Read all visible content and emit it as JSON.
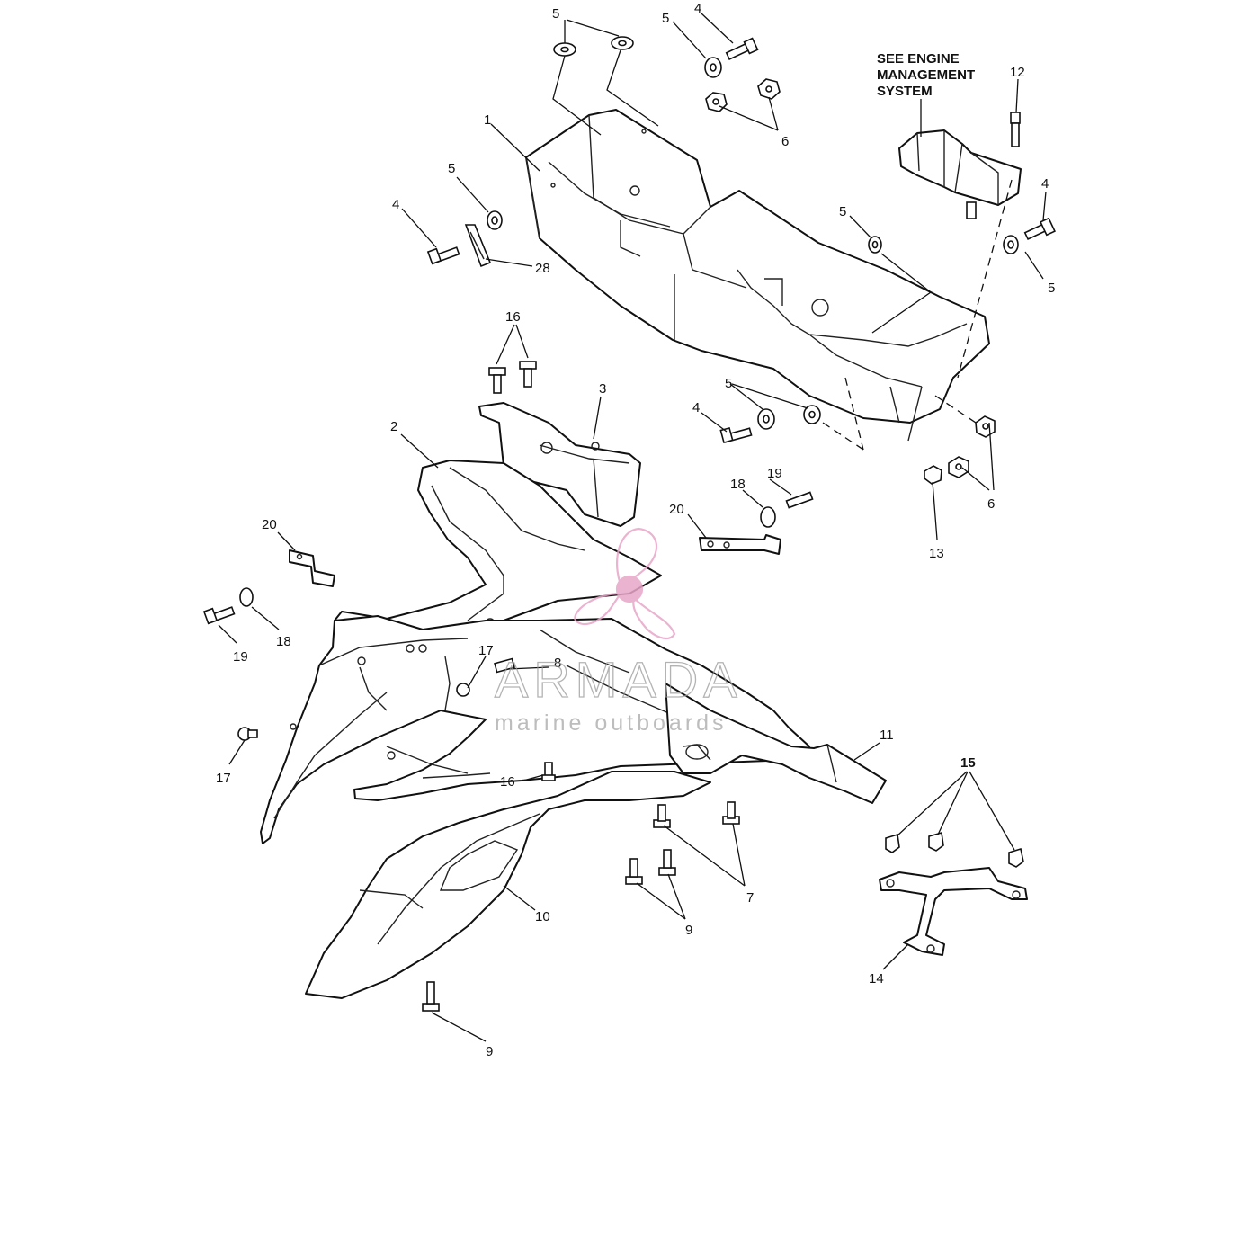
{
  "note": {
    "line1": "SEE ENGINE",
    "line2": "MANAGEMENT",
    "line3": "SYSTEM"
  },
  "watermark": {
    "name": "ARMADA",
    "subtitle": "marine outboards",
    "color": "#e7a6c8"
  },
  "callouts": {
    "c1": "1",
    "c2": "2",
    "c3": "3",
    "c4a": "4",
    "c4b": "4",
    "c4c": "4",
    "c4d": "4",
    "c5a": "5",
    "c5b": "5",
    "c5c": "5",
    "c5d": "5",
    "c5e": "5",
    "c5f": "5",
    "c6a": "6",
    "c6b": "6",
    "c7": "7",
    "c8": "8",
    "c9a": "9",
    "c9b": "9",
    "c10": "10",
    "c11": "11",
    "c12": "12",
    "c13": "13",
    "c14": "14",
    "c15": "15",
    "c16a": "16",
    "c16b": "16",
    "c17a": "17",
    "c17b": "17",
    "c18a": "18",
    "c18b": "18",
    "c19a": "19",
    "c19b": "19",
    "c20a": "20",
    "c20b": "20",
    "c28": "28"
  }
}
